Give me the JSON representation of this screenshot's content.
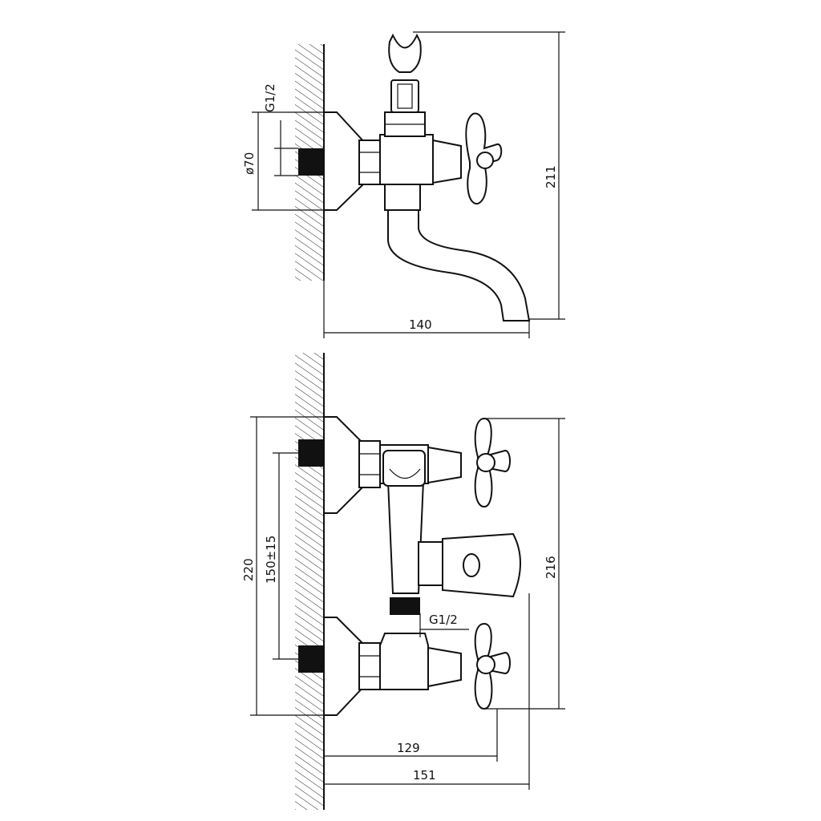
{
  "top_view": {
    "dim_thread": "G1/2",
    "dim_diameter": "ø70",
    "dim_height": "211",
    "dim_reach": "140"
  },
  "front_view": {
    "dim_total_height": "220",
    "dim_center_distance": "150±15",
    "dim_height_right": "216",
    "dim_thread": "G1/2",
    "dim_depth_129": "129",
    "dim_depth_151": "151"
  }
}
